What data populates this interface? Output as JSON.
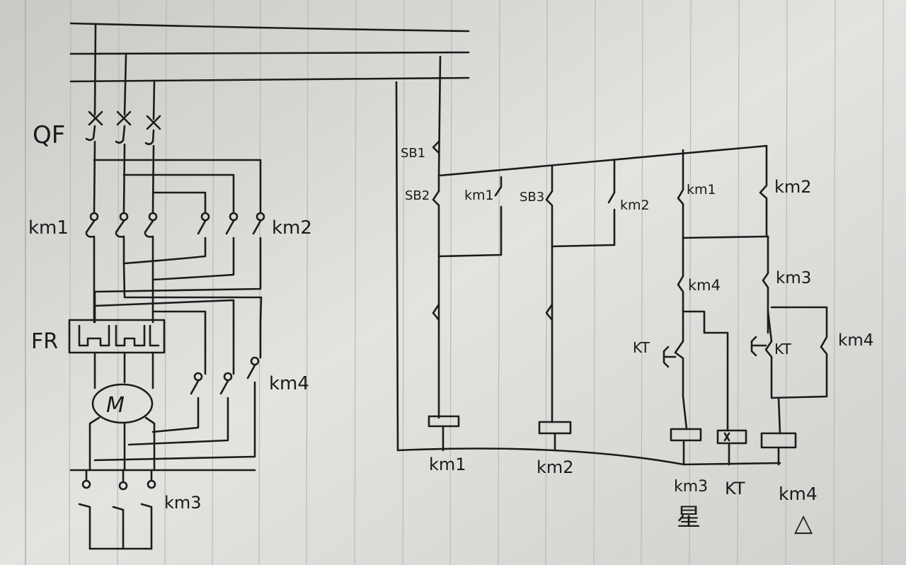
{
  "labels": {
    "qf": "QF",
    "fr": "FR",
    "motor": "M",
    "km1_main": "km1",
    "km2_main": "km2",
    "km3_main": "km3",
    "km4_main": "km4",
    "sb1": "SB1",
    "sb2": "SB2",
    "sb3": "SB3",
    "km1_ctrl_aux": "km1",
    "km2_ctrl_aux": "km2",
    "km1_ctrl_aux2": "km1",
    "km2_ctrl_aux2": "km2",
    "km4_interlock": "km4",
    "km3_interlock": "km3",
    "kt_left": "KT",
    "kt_right": "KT",
    "km4_hold": "km4",
    "coil_km1": "km1",
    "coil_km2": "km2",
    "coil_km3": "km3",
    "coil_kt": "KT",
    "coil_km4": "km4",
    "star": "星",
    "delta": "△"
  },
  "colors": {
    "paper": "#d9d9d6",
    "ink": "#1b1b1b",
    "rule": "#b9b9bc"
  }
}
